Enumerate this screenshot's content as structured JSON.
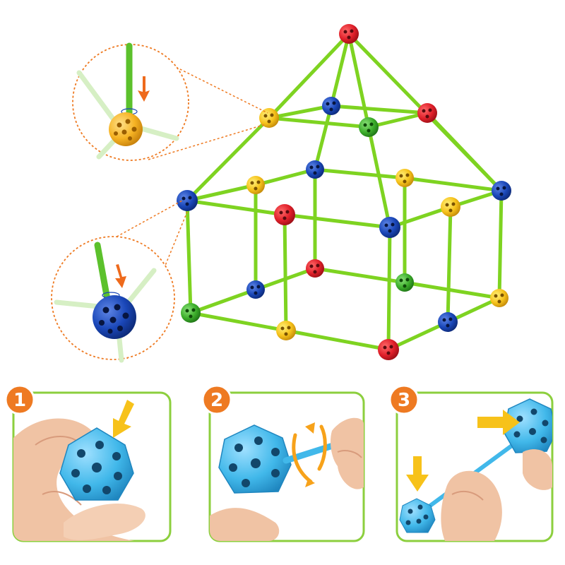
{
  "colors": {
    "rod": "#7ed321",
    "rod_dark": "#4fae1d",
    "red": "#e0202a",
    "blue": "#1a47b8",
    "yellow": "#f6c21b",
    "green": "#3dae2b",
    "panel_border": "#8ccf3e",
    "badge": "#ee7a22",
    "arrow_orange": "#ee6a1c",
    "arrow_yellow": "#f7c21a",
    "light_blue": "#41b8ea",
    "skin": "#f0c3a4"
  },
  "steps": [
    {
      "number": "1"
    },
    {
      "number": "2"
    },
    {
      "number": "3"
    }
  ]
}
